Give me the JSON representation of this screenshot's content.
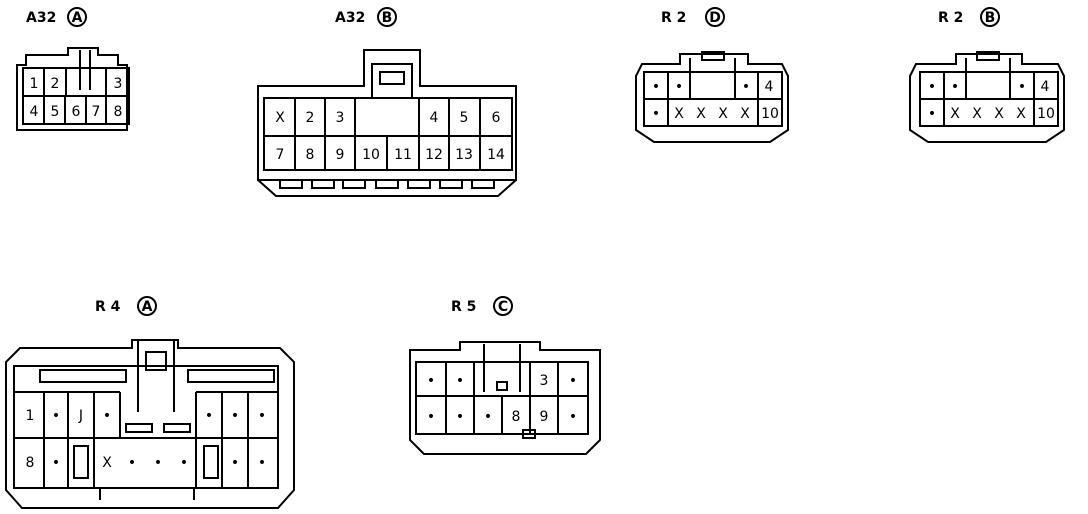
{
  "connectors": {
    "a32a": {
      "code": "A32",
      "suffix": "A",
      "pins": [
        "1",
        "2",
        "",
        "",
        "3",
        "4",
        "5",
        "6",
        "7",
        "8"
      ]
    },
    "a32b": {
      "code": "A32",
      "suffix": "B",
      "pins": [
        "X",
        "2",
        "3",
        "4",
        "5",
        "6",
        "7",
        "8",
        "9",
        "10",
        "11",
        "12",
        "13",
        "14"
      ]
    },
    "r2d": {
      "code": "R 2",
      "suffix": "D",
      "pins": [
        "•",
        "•",
        "",
        "",
        "",
        "•",
        "4",
        "•",
        "X",
        "X",
        "X",
        "X",
        "10"
      ]
    },
    "r2b": {
      "code": "R 2",
      "suffix": "B",
      "pins": [
        "•",
        "•",
        "",
        "",
        "",
        "•",
        "4",
        "•",
        "X",
        "X",
        "X",
        "X",
        "10"
      ]
    },
    "r4a": {
      "code": "R 4",
      "suffix": "A",
      "pins": [
        "1",
        "•",
        "J",
        "•",
        "•",
        "•",
        "•",
        "8",
        "•",
        "",
        "X",
        "•",
        "•",
        "•",
        "",
        "•",
        "•"
      ]
    },
    "r5c": {
      "code": "R 5",
      "suffix": "C",
      "pins": [
        "•",
        "•",
        "3",
        "•",
        "•",
        "•",
        "•",
        "8",
        "9",
        "•"
      ]
    }
  },
  "colors": {
    "line": "#000000",
    "background": "#ffffff"
  }
}
